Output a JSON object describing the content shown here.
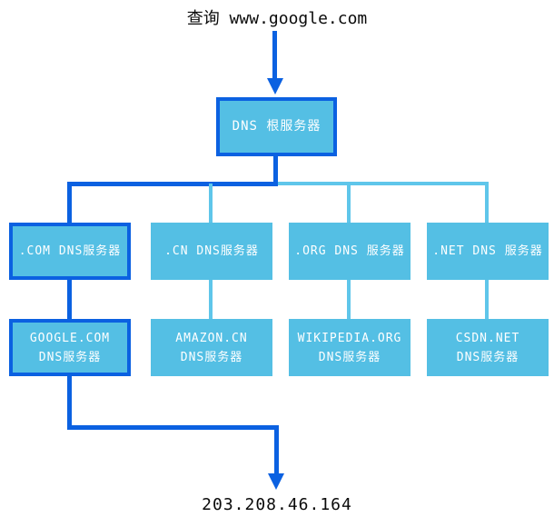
{
  "labels": {
    "query": "查询 www.google.com",
    "result_ip": "203.208.46.164"
  },
  "colors": {
    "dark_blue": "#0b61e1",
    "box_fill": "#54bfe4",
    "light_line": "#5fc6ea",
    "text_white": "#ffffff"
  },
  "nodes": {
    "root": {
      "label": "DNS 根服务器",
      "highlighted": true
    },
    "tlds": [
      {
        "label": ".COM DNS服务器",
        "highlighted": true
      },
      {
        "label": ".CN DNS服务器",
        "highlighted": false
      },
      {
        "label": ".ORG DNS 服务器",
        "highlighted": false
      },
      {
        "label": ".NET DNS 服务器",
        "highlighted": false
      }
    ],
    "auth": [
      {
        "line1": "GOOGLE.COM",
        "line2": "DNS服务器",
        "highlighted": true
      },
      {
        "line1": "AMAZON.CN",
        "line2": "DNS服务器",
        "highlighted": false
      },
      {
        "line1": "WIKIPEDIA.ORG",
        "line2": "DNS服务器",
        "highlighted": false
      },
      {
        "line1": "CSDN.NET",
        "line2": "DNS服务器",
        "highlighted": false
      }
    ]
  }
}
